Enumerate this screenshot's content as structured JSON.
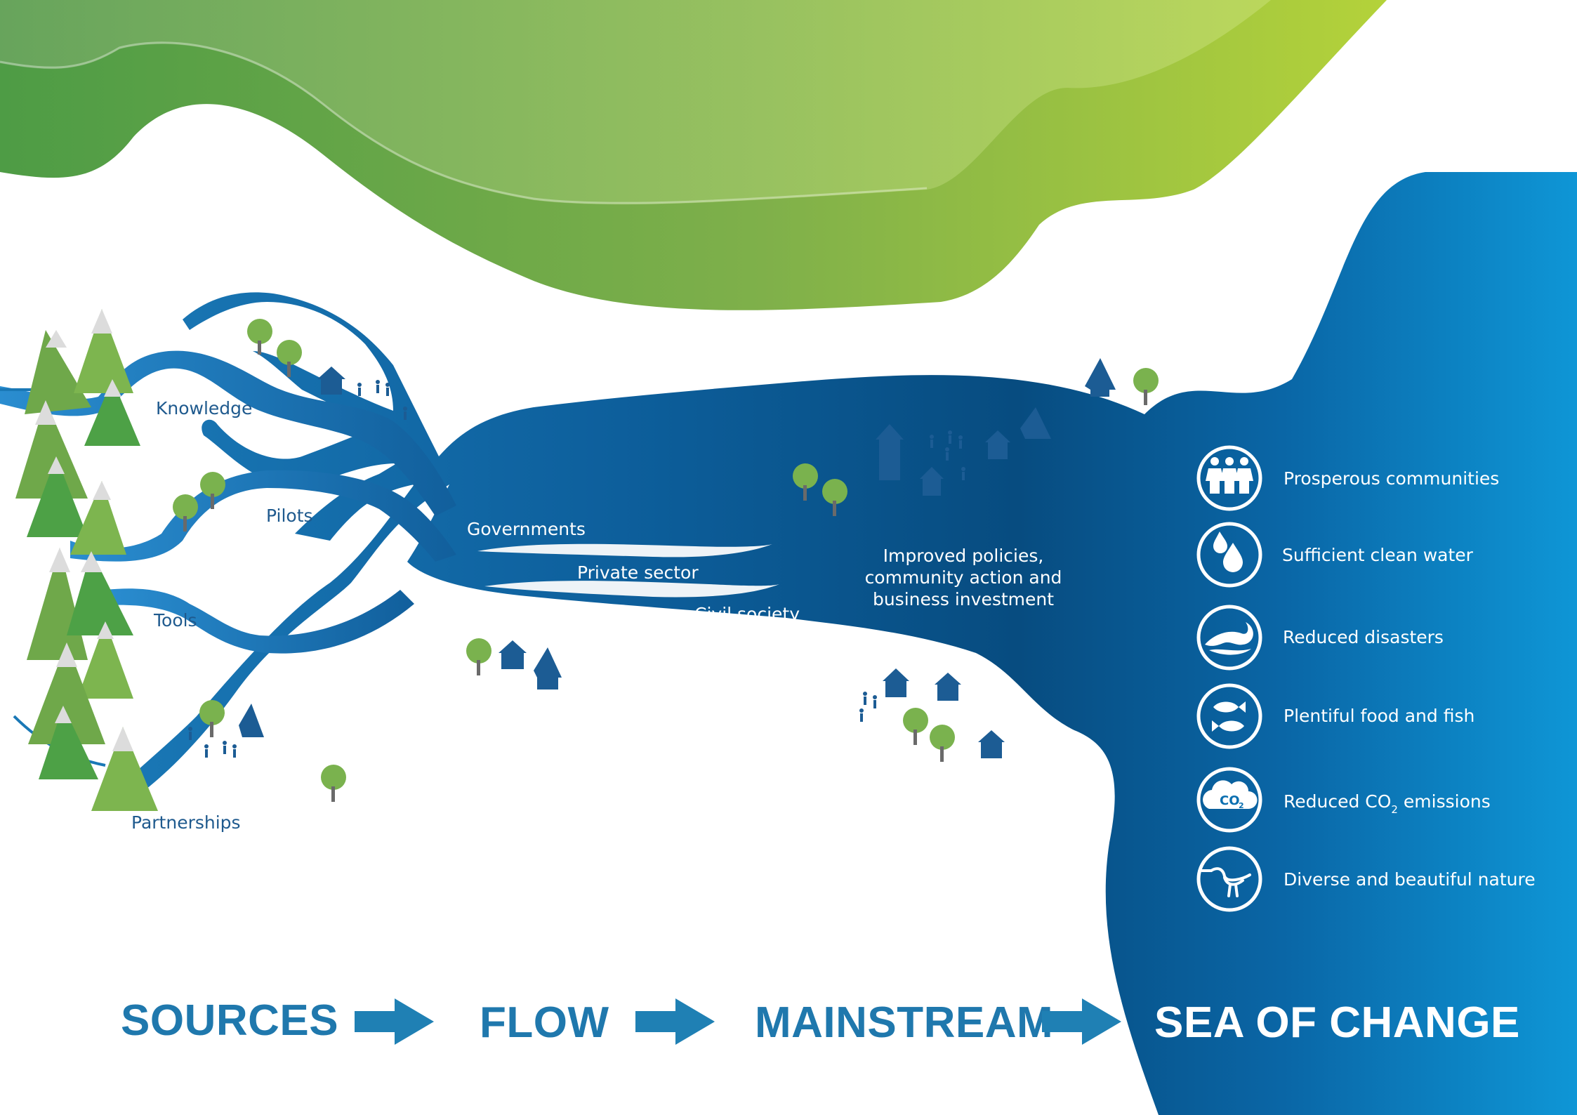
{
  "sources": {
    "knowledge": "Knowledge",
    "pilots": "Pilots",
    "tools": "Tools",
    "partnerships": "Partnerships"
  },
  "flow_channels": {
    "governments": "Governments",
    "private_sector": "Private sector",
    "civil_society": "Civil society"
  },
  "mainstream_text": {
    "line1": "Improved policies,",
    "line2": "community action and",
    "line3": "business investment"
  },
  "outcomes": [
    {
      "label": "Prosperous communities",
      "icon": "people-icon"
    },
    {
      "label": "Sufficient clean water",
      "icon": "water-drops-icon"
    },
    {
      "label": "Reduced disasters",
      "icon": "wave-icon"
    },
    {
      "label": "Plentiful food and fish",
      "icon": "fish-icon"
    },
    {
      "label": "Reduced CO",
      "sub": "2",
      "label_suffix": " emissions",
      "icon": "co2-cloud-icon",
      "icon_text": "CO",
      "icon_sub": "2"
    },
    {
      "label": "Diverse and beautiful nature",
      "icon": "heron-icon"
    }
  ],
  "stages": {
    "sources": "SOURCES",
    "flow": "FLOW",
    "mainstream": "MAINSTREAM",
    "sea": "SEA OF CHANGE"
  },
  "colors": {
    "river_dark": "#0a4d80",
    "river_mid": "#1a6fb0",
    "sea_light": "#0e94d4",
    "green_dark": "#4a9a42",
    "green_light": "#a9cd3b",
    "stage_label": "#1f78ad",
    "arrow": "#1f80b4"
  }
}
